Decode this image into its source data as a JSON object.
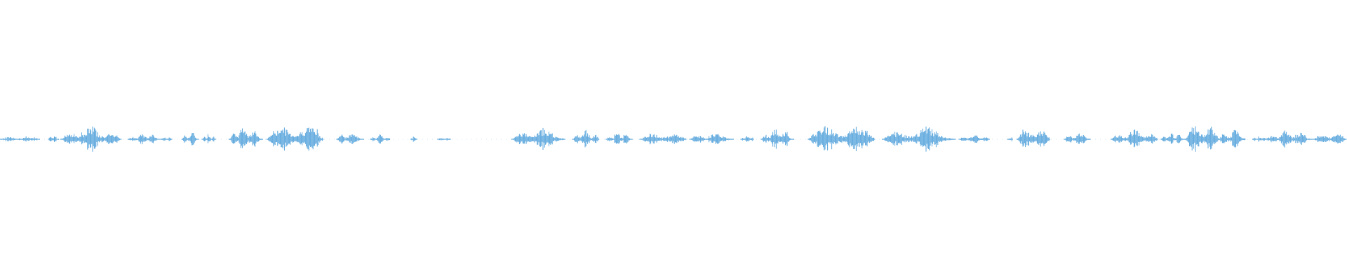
{
  "waveform": {
    "color": "#5aa6dc",
    "segments": [
      {
        "start": 0.0,
        "end": 0.03,
        "amp": 0.2
      },
      {
        "start": 0.036,
        "end": 0.044,
        "amp": 0.25
      },
      {
        "start": 0.045,
        "end": 0.09,
        "amp": 0.7
      },
      {
        "start": 0.095,
        "end": 0.12,
        "amp": 0.3
      },
      {
        "start": 0.12,
        "end": 0.128,
        "amp": 0.15
      },
      {
        "start": 0.135,
        "end": 0.148,
        "amp": 0.4
      },
      {
        "start": 0.15,
        "end": 0.16,
        "amp": 0.35
      },
      {
        "start": 0.17,
        "end": 0.195,
        "amp": 0.75
      },
      {
        "start": 0.198,
        "end": 0.24,
        "amp": 1.0
      },
      {
        "start": 0.25,
        "end": 0.27,
        "amp": 0.45
      },
      {
        "start": 0.275,
        "end": 0.29,
        "amp": 0.3
      },
      {
        "start": 0.305,
        "end": 0.31,
        "amp": 0.2
      },
      {
        "start": 0.325,
        "end": 0.335,
        "amp": 0.12
      },
      {
        "start": 0.38,
        "end": 0.42,
        "amp": 0.65
      },
      {
        "start": 0.425,
        "end": 0.445,
        "amp": 0.5
      },
      {
        "start": 0.45,
        "end": 0.47,
        "amp": 0.35
      },
      {
        "start": 0.475,
        "end": 0.51,
        "amp": 0.45
      },
      {
        "start": 0.512,
        "end": 0.545,
        "amp": 0.4
      },
      {
        "start": 0.55,
        "end": 0.56,
        "amp": 0.25
      },
      {
        "start": 0.565,
        "end": 0.59,
        "amp": 0.6
      },
      {
        "start": 0.6,
        "end": 0.65,
        "amp": 1.0
      },
      {
        "start": 0.655,
        "end": 0.71,
        "amp": 0.7
      },
      {
        "start": 0.712,
        "end": 0.735,
        "amp": 0.25
      },
      {
        "start": 0.748,
        "end": 0.752,
        "amp": 0.15
      },
      {
        "start": 0.755,
        "end": 0.78,
        "amp": 0.7
      },
      {
        "start": 0.79,
        "end": 0.81,
        "amp": 0.4
      },
      {
        "start": 0.825,
        "end": 0.86,
        "amp": 0.55
      },
      {
        "start": 0.862,
        "end": 0.88,
        "amp": 0.35
      },
      {
        "start": 0.88,
        "end": 0.905,
        "amp": 1.0
      },
      {
        "start": 0.905,
        "end": 0.925,
        "amp": 0.55
      },
      {
        "start": 0.93,
        "end": 0.94,
        "amp": 0.2
      },
      {
        "start": 0.94,
        "end": 0.975,
        "amp": 0.5
      },
      {
        "start": 0.975,
        "end": 1.0,
        "amp": 0.4
      }
    ]
  }
}
